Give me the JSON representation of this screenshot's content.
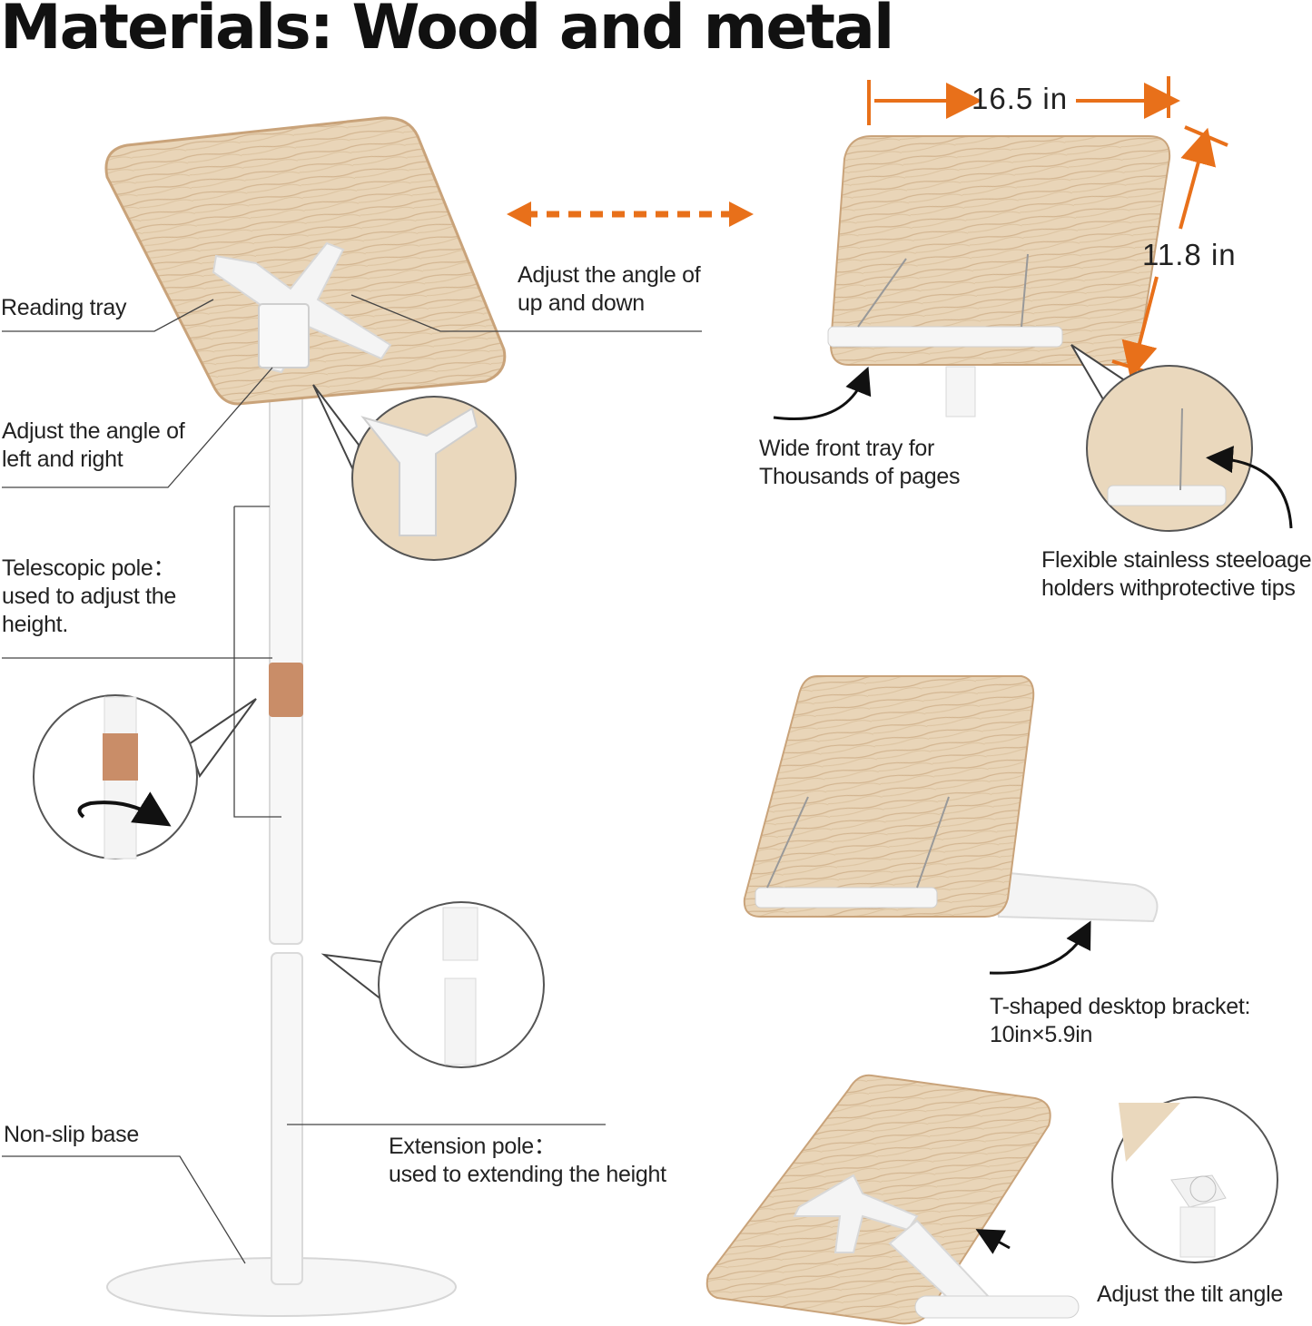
{
  "title": "Materials: Wood and metal",
  "dimensions": {
    "width": "16.5 in",
    "depth": "11.8 in"
  },
  "labels": {
    "reading_tray": "Reading tray",
    "angle_lr": [
      "Adjust the angle of",
      "left and right"
    ],
    "angle_ud": [
      "Adjust the angle of",
      "up and down"
    ],
    "telescopic": [
      "Telescopic pole：",
      "used to adjust the",
      "height."
    ],
    "non_slip": "Non-slip base",
    "extension": [
      "Extension pole：",
      "used to extending the height"
    ],
    "front_tray": [
      "Wide front tray for",
      "Thousands of pages"
    ],
    "holders": [
      "Flexible stainless steeloage",
      "holders withprotective tips"
    ],
    "bracket": [
      "T-shaped desktop bracket:",
      "10in×5.9in"
    ],
    "tilt": "Adjust  the tilt angle"
  },
  "colors": {
    "accent": "#e8701a",
    "wood": "#e8d2b4",
    "wood_grain": "#cfb08a",
    "metal": "#f3f3f3",
    "copper": "#c98d68"
  },
  "icons": [
    "double-arrow-icon",
    "dimension-arrow-icon",
    "curved-arrow-icon",
    "rotate-arrow-icon"
  ]
}
